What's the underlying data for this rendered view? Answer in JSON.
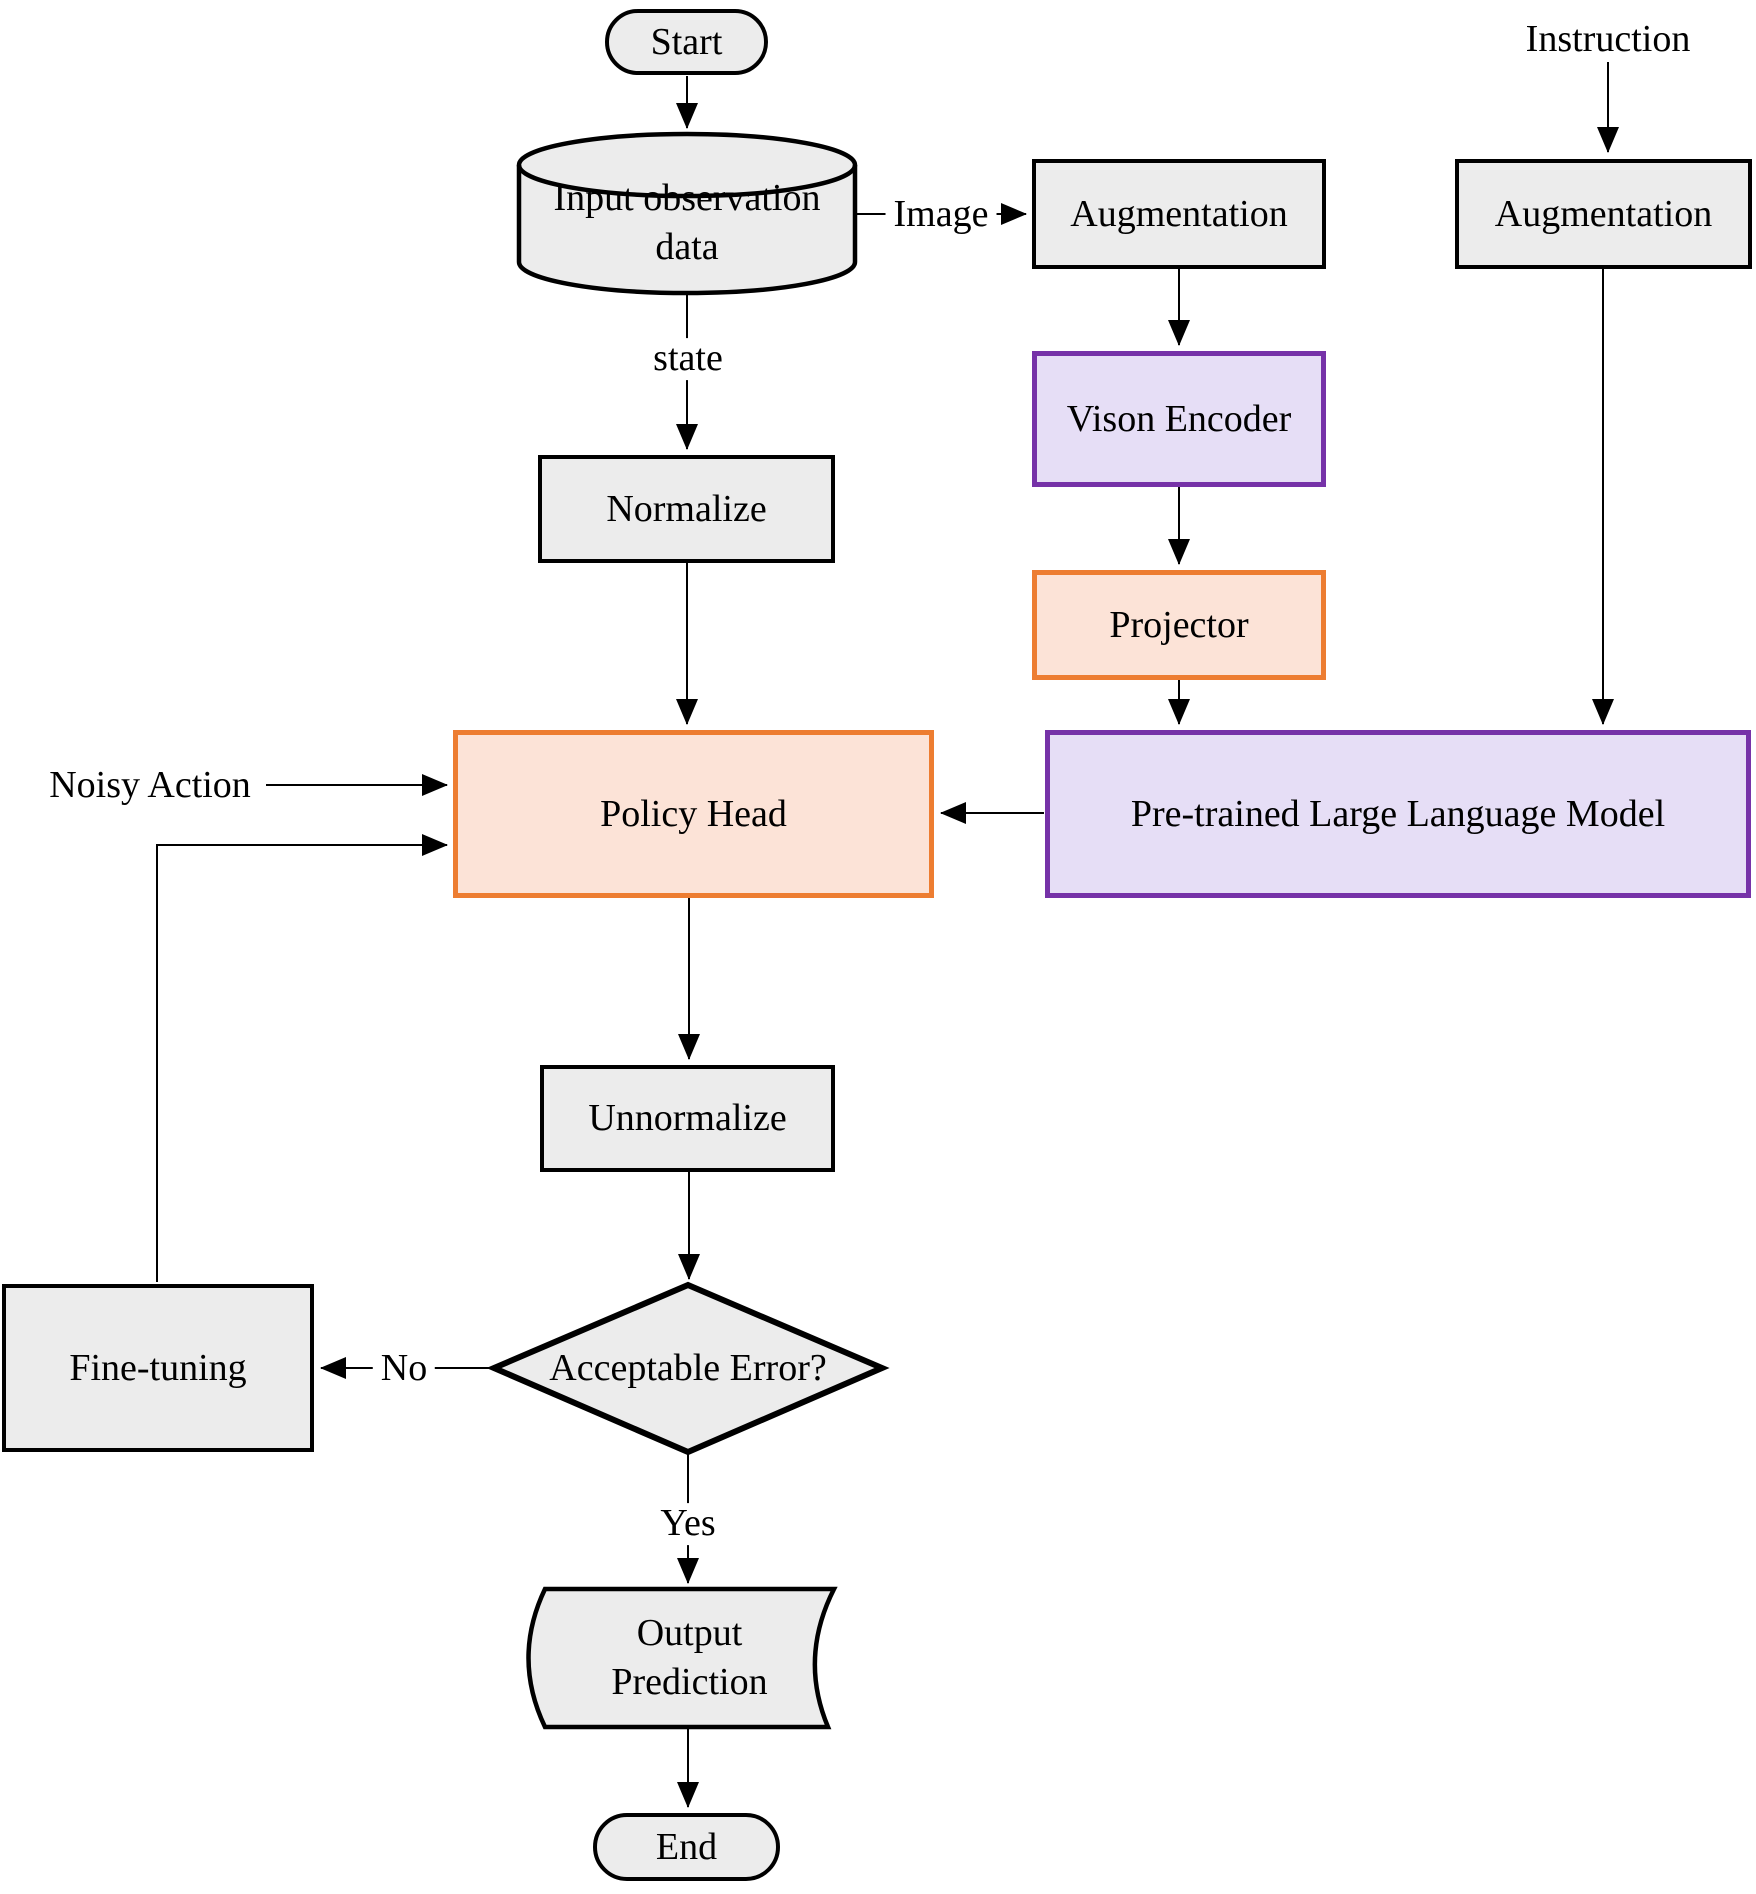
{
  "colors": {
    "gray_fill": "#ececec",
    "purple_border": "#7632a8",
    "purple_fill": "#e6def6",
    "orange_border": "#ed7d31",
    "orange_fill": "#fce3d7",
    "line_color": "#000000"
  },
  "nodes": {
    "start": {
      "label": "Start"
    },
    "input_data": {
      "label": "Input observation\ndata"
    },
    "augmentation_image": {
      "label": "Augmentation"
    },
    "augmentation_instruction": {
      "label": "Augmentation"
    },
    "vison_encoder": {
      "label": "Vison Encoder"
    },
    "projector": {
      "label": "Projector"
    },
    "normalize": {
      "label": "Normalize"
    },
    "policy_head": {
      "label": "Policy Head"
    },
    "llm": {
      "label": "Pre-trained Large Language Model"
    },
    "unnormalize": {
      "label": "Unnormalize"
    },
    "decision": {
      "label": "Acceptable Error?"
    },
    "fine_tuning": {
      "label": "Fine-tuning"
    },
    "output_prediction": {
      "label": "Output\nPrediction"
    },
    "end": {
      "label": "End"
    }
  },
  "edge_labels": {
    "image": "Image",
    "state": "state",
    "instruction": "Instruction",
    "noisy_action": "Noisy Action",
    "no": "No",
    "yes": "Yes"
  }
}
